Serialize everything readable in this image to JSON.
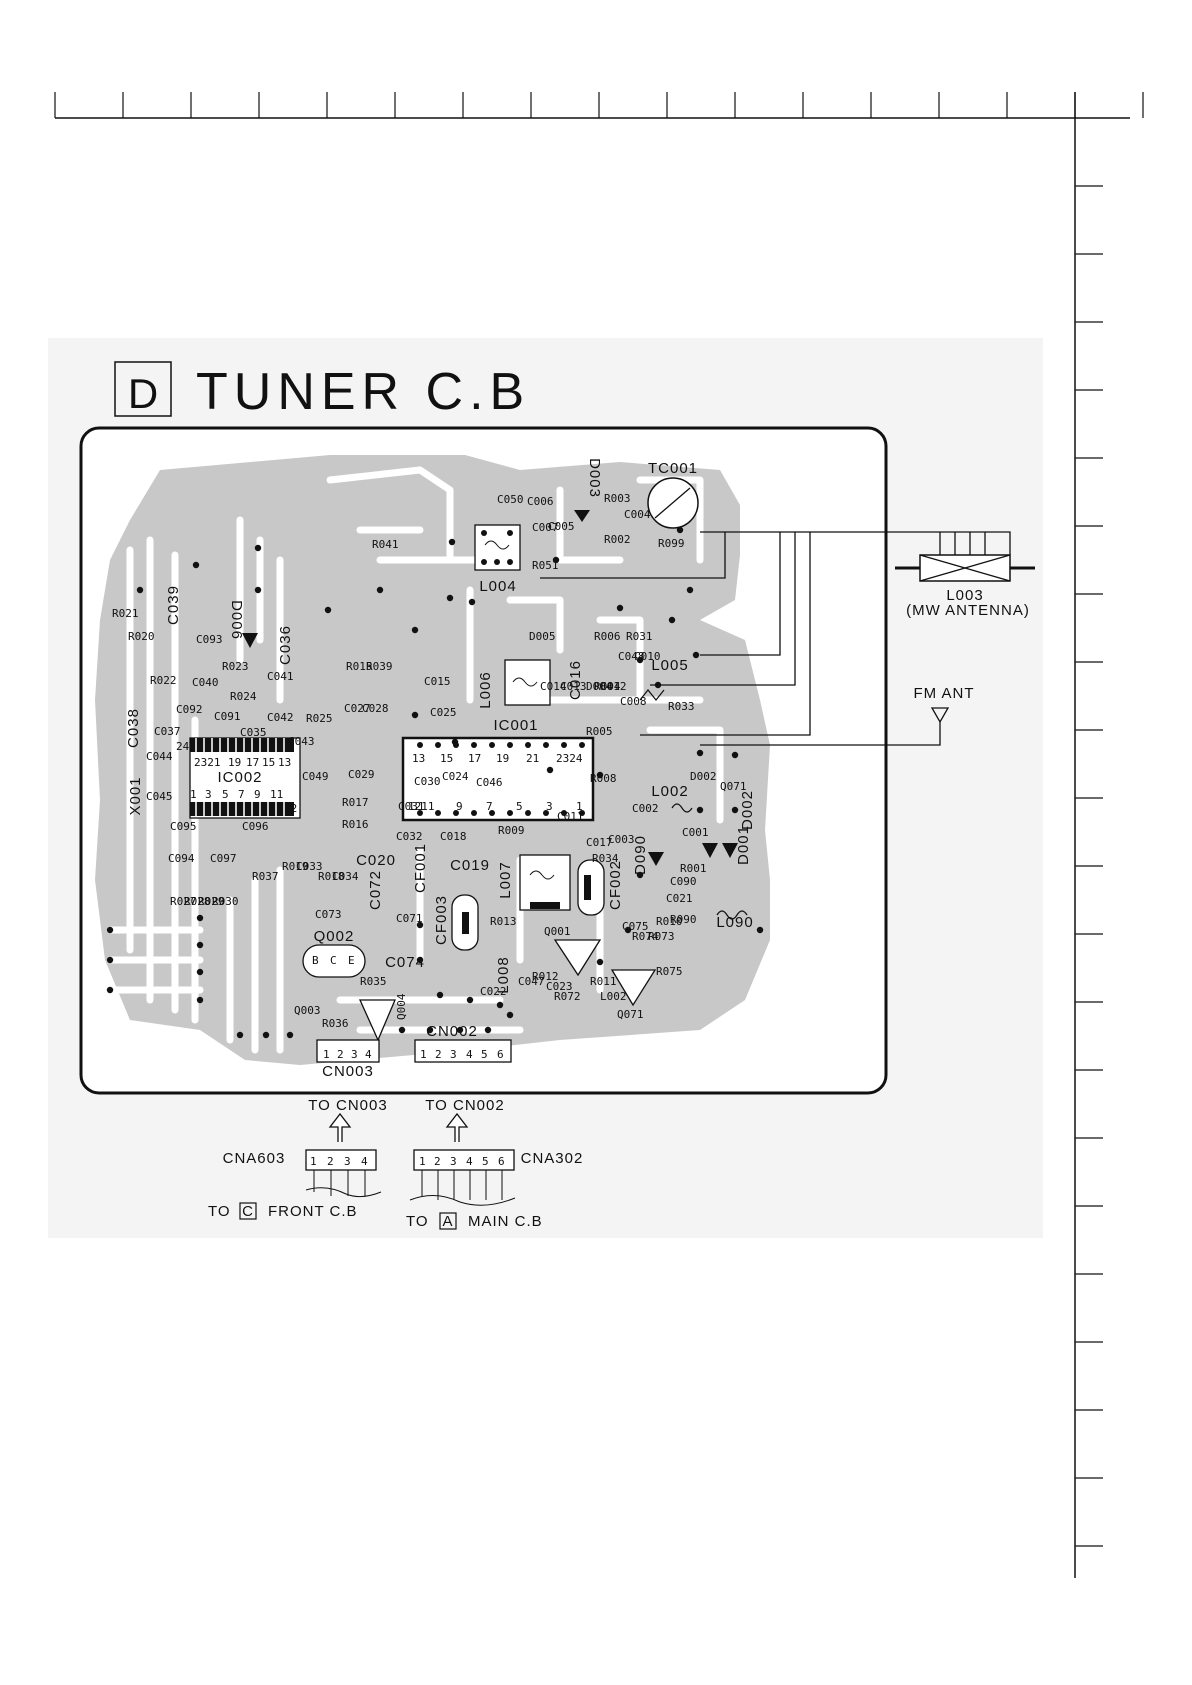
{
  "title": {
    "section_letter": "D",
    "text": "TUNER C.B"
  },
  "components": {
    "tc001": "TC001",
    "l003": "L003",
    "mw_antenna": "(MW ANTENNA)",
    "fm_ant": "FM ANT",
    "l004": "L004",
    "l005": "L005",
    "l006": "L006",
    "l002": "L002",
    "l090": "L090",
    "l007": "L007",
    "l008": "L008",
    "ic001": "IC001",
    "ic002": "IC002",
    "x001": "X001",
    "cf001": "CF001",
    "cf002": "CF002",
    "cf003": "CF003",
    "q001": "Q001",
    "q002": "Q002",
    "q003": "Q003",
    "q004": "Q004",
    "q071": "Q071",
    "d001": "D001",
    "d002": "D002",
    "d003": "D003",
    "d005": "D005",
    "d006": "D006",
    "d090": "D090",
    "cn002": "CN002",
    "cn003": "CN003",
    "c039": "C039",
    "c038": "C038",
    "c036": "C036",
    "c020": "C020",
    "c072": "C072",
    "c074": "C074",
    "c019": "C019",
    "c016": "C016"
  },
  "small_labels": [
    "R021",
    "R020",
    "C093",
    "R023",
    "C040",
    "R022",
    "R024",
    "C092",
    "C091",
    "C037",
    "C035",
    "C041",
    "C042",
    "C044",
    "C045",
    "C095",
    "C096",
    "C094",
    "C097",
    "R027",
    "R028",
    "R029",
    "R030",
    "R037",
    "R019",
    "C033",
    "R018",
    "C034",
    "C073",
    "R025",
    "C043",
    "C049",
    "C027",
    "C028",
    "C029",
    "C030",
    "C031",
    "C032",
    "R015",
    "R039",
    "R041",
    "C015",
    "C025",
    "C024",
    "C046",
    "R017",
    "R016",
    "C018",
    "R009",
    "R013",
    "C071",
    "R035",
    "R036",
    "C022",
    "C047",
    "R012",
    "C023",
    "R011",
    "R072",
    "R075",
    "C050",
    "C006",
    "C007",
    "C005",
    "R051",
    "R003",
    "R002",
    "C004",
    "R099",
    "R006",
    "R031",
    "C048",
    "C010",
    "R004",
    "C014",
    "C013",
    "C008",
    "R033",
    "R005",
    "R008",
    "C011",
    "C003",
    "C002",
    "C017",
    "R034",
    "C001",
    "R001",
    "C090",
    "R090",
    "C021",
    "C075",
    "R074",
    "R073",
    "D004",
    "C012",
    "R010",
    "Q071",
    "D002",
    "L002"
  ],
  "pin_numbers": {
    "ic001_top": [
      "13",
      "15",
      "17",
      "19",
      "21",
      "2324"
    ],
    "ic001_bottom": [
      "1211",
      "9",
      "7",
      "5",
      "3",
      "1"
    ],
    "ic002_top": [
      "24",
      "2321",
      "19",
      "17",
      "15",
      "13"
    ],
    "ic002_bottom": [
      "1",
      "3",
      "5",
      "7",
      "9",
      "11",
      "12"
    ],
    "cn002": [
      "1",
      "2",
      "3",
      "4",
      "5",
      "6"
    ],
    "cn003": [
      "1",
      "2",
      "3",
      "4"
    ],
    "q002": [
      "B",
      "C",
      "E"
    ]
  },
  "connectors": {
    "to_cn003": "TO CN003",
    "to_cn002": "TO CN002",
    "cna603": "CNA603",
    "cna302": "CNA302",
    "cna603_pins": [
      "1",
      "2",
      "3",
      "4"
    ],
    "cna302_pins": [
      "1",
      "2",
      "3",
      "4",
      "5",
      "6"
    ],
    "to_front_prefix": "TO",
    "front_letter": "C",
    "front_board": "FRONT C.B",
    "to_main_prefix": "TO",
    "main_letter": "A",
    "main_board": "MAIN C.B"
  },
  "colors": {
    "board_fill": "#c8c8c8",
    "background_panel": "#f4f4f4",
    "trace": "#ffffff",
    "ink": "#111111"
  }
}
